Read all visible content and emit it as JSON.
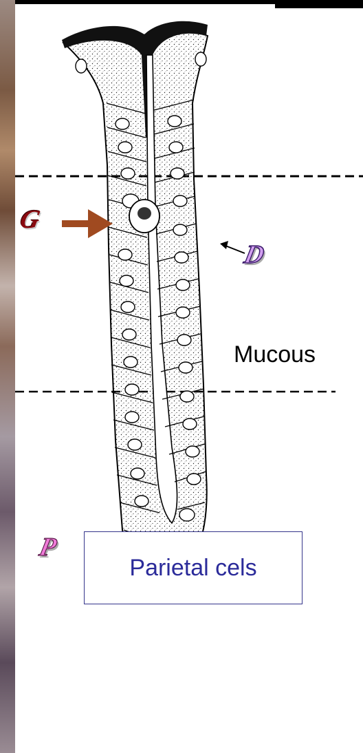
{
  "labels": {
    "g": "G",
    "d": "D",
    "p": "P",
    "mucous": "Mucous",
    "parietal": "Parietal cels"
  },
  "colors": {
    "g_letter": "#8a0a10",
    "g_arrow": "#a04a20",
    "d_letter": "#d3a0f0",
    "p_letter": "#f07ad8",
    "parietal_text": "#2b2b9a",
    "box_border": "#33338a"
  }
}
